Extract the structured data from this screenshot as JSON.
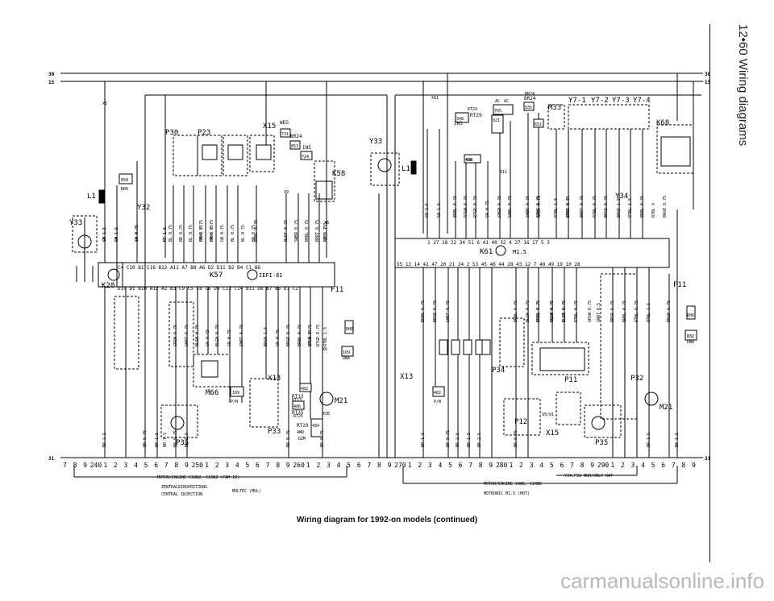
{
  "header_title": "12•60 Wiring diagrams",
  "caption": "Wiring diagram for 1992-on models (continued)",
  "watermark": "carmanualsonline.info",
  "rails": {
    "top_left": "30",
    "top_left2": "15",
    "top_right": "30",
    "top_right2": "15",
    "bottom_left": "31",
    "bottom_right": "31"
  },
  "components": {
    "K20": "K20",
    "K57": "K57",
    "K57_tag": "IEFI-81",
    "K61": "K61",
    "K61_tag": "M1.5",
    "K58": "K58",
    "K68": "K68",
    "M21_a": "M21",
    "M21_b": "M21",
    "M33": "M33",
    "M66": "M66",
    "P30": "P30",
    "P23": "P23",
    "P34_a": "P34",
    "P34_b": "P34",
    "P11": "P11",
    "P12": "P12",
    "P32": "P32",
    "P33": "P33",
    "P35_a": "P35",
    "P35_b": "P35",
    "X13_a": "X13",
    "X13_b": "X13",
    "X15_a": "X15",
    "X15_b": "X15",
    "Y32": "Y32",
    "Y33_a": "Y33",
    "Y33_b": "Y33",
    "Y34": "Y34",
    "Y7_1": "Y7-1",
    "Y7_2": "Y7-2",
    "Y7_3": "Y7-3",
    "Y7_4": "Y7-4",
    "F11_a": "F11",
    "F11_b": "F11",
    "L1_a": "L1",
    "L1_b": "L1",
    "WEG": "WEG",
    "BR24": "BR24",
    "IN5": "IN5",
    "RT29": "RT29",
    "RT13": "RT13",
    "RT25": "RT25"
  },
  "pin_row_K57_top": "C4 C10 B1 C16 B12   A11 A7 B8   A6 D2   D11   B2 B4 C1 B6",
  "pin_row_K57_bottom": "D10 D1 B10 A12 A2 B3 C9 C5 C8 C6 D9 C13 C14 B11 D8 B7 B5 D7 C2",
  "pin_row_K61_top": "1 27 18 22 34 51 6 41 40   32   4 37 16   17   5   3",
  "pin_row_K61_bottom": "55 13 14   42 47 20 21 24 2 53   45   46 44 28 43 12 7 48 49 19 10 28",
  "wires_left": [
    "SW 1.5",
    "SW 1.5",
    "GN 1.5",
    "GN 1.5",
    "SW 0.75",
    "SW 0.75",
    "BL 0.75",
    "BR 0.75",
    "RT 1.5",
    "RT 1.5",
    "BL 0.75",
    "BR 0.75",
    "BR 0.75",
    "GN 0.75",
    "SWWS 0.75",
    "SWWS 0.75",
    "BL 0.75",
    "BL 0.75",
    "BR 0.75",
    "BRBL 0.75",
    "BLRT 0.75",
    "SWBR 0.75",
    "BRBL 0.75",
    "BRRT 0.75",
    "SW 0.75",
    "RTBL 1.5"
  ],
  "wires_mid": [
    "GRSW 0.75",
    "GNRT 0.75",
    "BLSW 0.75",
    "GN 0.75",
    "BLGN 0.75",
    "GN 0.75",
    "SWRT 0.75",
    "BRGN 1.5",
    "GN 0.75",
    "BRGE 0.75",
    "BRWS 0.75",
    "RTSW 0.75",
    "RTGE 0.75",
    "GN 0.75",
    "RTBL 1.5"
  ],
  "wires_right": [
    "BRWS 0.75",
    "BRGE 0.75",
    "SWRT 0.75",
    "BRBL 0.75",
    "BLGN 0.75",
    "BRBL 0.75",
    "BRGN 0.75",
    "BLRT 0.75",
    "RTBL 0.75",
    "BRGN 0.75",
    "BLSW 0.75",
    "BLGN 0.75",
    "GNRT 0.5",
    "GRSW 0.75",
    "BRGR 0.75",
    "BRBL 0.75",
    "RTBL 0.75",
    "RTBL 1.5",
    "BRGR 0.75"
  ],
  "wires_top_right": [
    "GN 1.5",
    "SW 1.5",
    "BRBL 0.75",
    "RTSW 0.75",
    "RTGE 0.75",
    "GN 0.75",
    "SWGN 0.75",
    "SWBL 0.75",
    "SWBR 0.75",
    "RTWS 0.75",
    "RTBL 1.5",
    "BRRT 1.5",
    "BRBL 0.75",
    "RTBL 0.75",
    "BRRT 0.75",
    "RTBL 0.75",
    "BRGE 0.75",
    "BRGE 1.5",
    "RTBL 1.5",
    "BRBL 0.75",
    "RTBL 4",
    "BRGR 0.75"
  ],
  "ground_wires": [
    "BR 1.5",
    "BR 0.75",
    "BR 1.5",
    "BR 1.5",
    "BR 0.75",
    "BR 2.5",
    "BR 0.75",
    "BR 0.75",
    "BR 1.5",
    "BR 0.75",
    "BR 2.5",
    "BR 1.5",
    "BR 2.5",
    "BR 0.75",
    "BR 1.5",
    "BR 1.5"
  ],
  "bottom_numbers": [
    "7",
    "8",
    "9",
    "240",
    "1",
    "2",
    "3",
    "4",
    "5",
    "6",
    "7",
    "8",
    "9",
    "250",
    "1",
    "2",
    "3",
    "4",
    "5",
    "6",
    "7",
    "8",
    "9",
    "260",
    "1",
    "2",
    "3",
    "4",
    "5",
    "6",
    "7",
    "8",
    "9",
    "270",
    "1",
    "2",
    "3",
    "4",
    "5",
    "6",
    "7",
    "8",
    "9",
    "280",
    "1",
    "2",
    "3",
    "4",
    "5",
    "6",
    "7",
    "8",
    "9",
    "290",
    "1",
    "2",
    "3",
    "4",
    "5",
    "6",
    "7",
    "8",
    "9"
  ],
  "footer_notes": {
    "left_span": "MOTOR/ENGINE C18NZ, C16NZ (FAM II)",
    "left_sub1": "ZENTRALEINSPRITZUNG",
    "left_sub2": "CENTRAL INJECTION",
    "left_sub3": "MULTEC (MUL)",
    "mid_span": "Y34,P32 NUR/ONLY KAT",
    "right_span": "MOTOR/ENGINE 20NE, C20NE",
    "right_sub": "MOTRONIC M1.5 (MOT)"
  },
  "boxed_codes": [
    "850",
    "731",
    "853",
    "724",
    "109",
    "486",
    "482",
    "484",
    "348",
    "705",
    "921",
    "935",
    "651",
    "486",
    "482",
    "109",
    "832",
    "832",
    "95/91",
    "486",
    "482"
  ],
  "small_labels": [
    "BR6",
    "P/N",
    "P/N",
    "RT25",
    "RT13",
    "4WD",
    "DZM",
    "RT29",
    "AC",
    "AC",
    "BR24",
    "RHD",
    "RHD",
    "DWA",
    "DWA",
    "X9",
    "X11",
    "X8",
    "X6",
    "X38",
    "X61",
    "X5"
  ]
}
